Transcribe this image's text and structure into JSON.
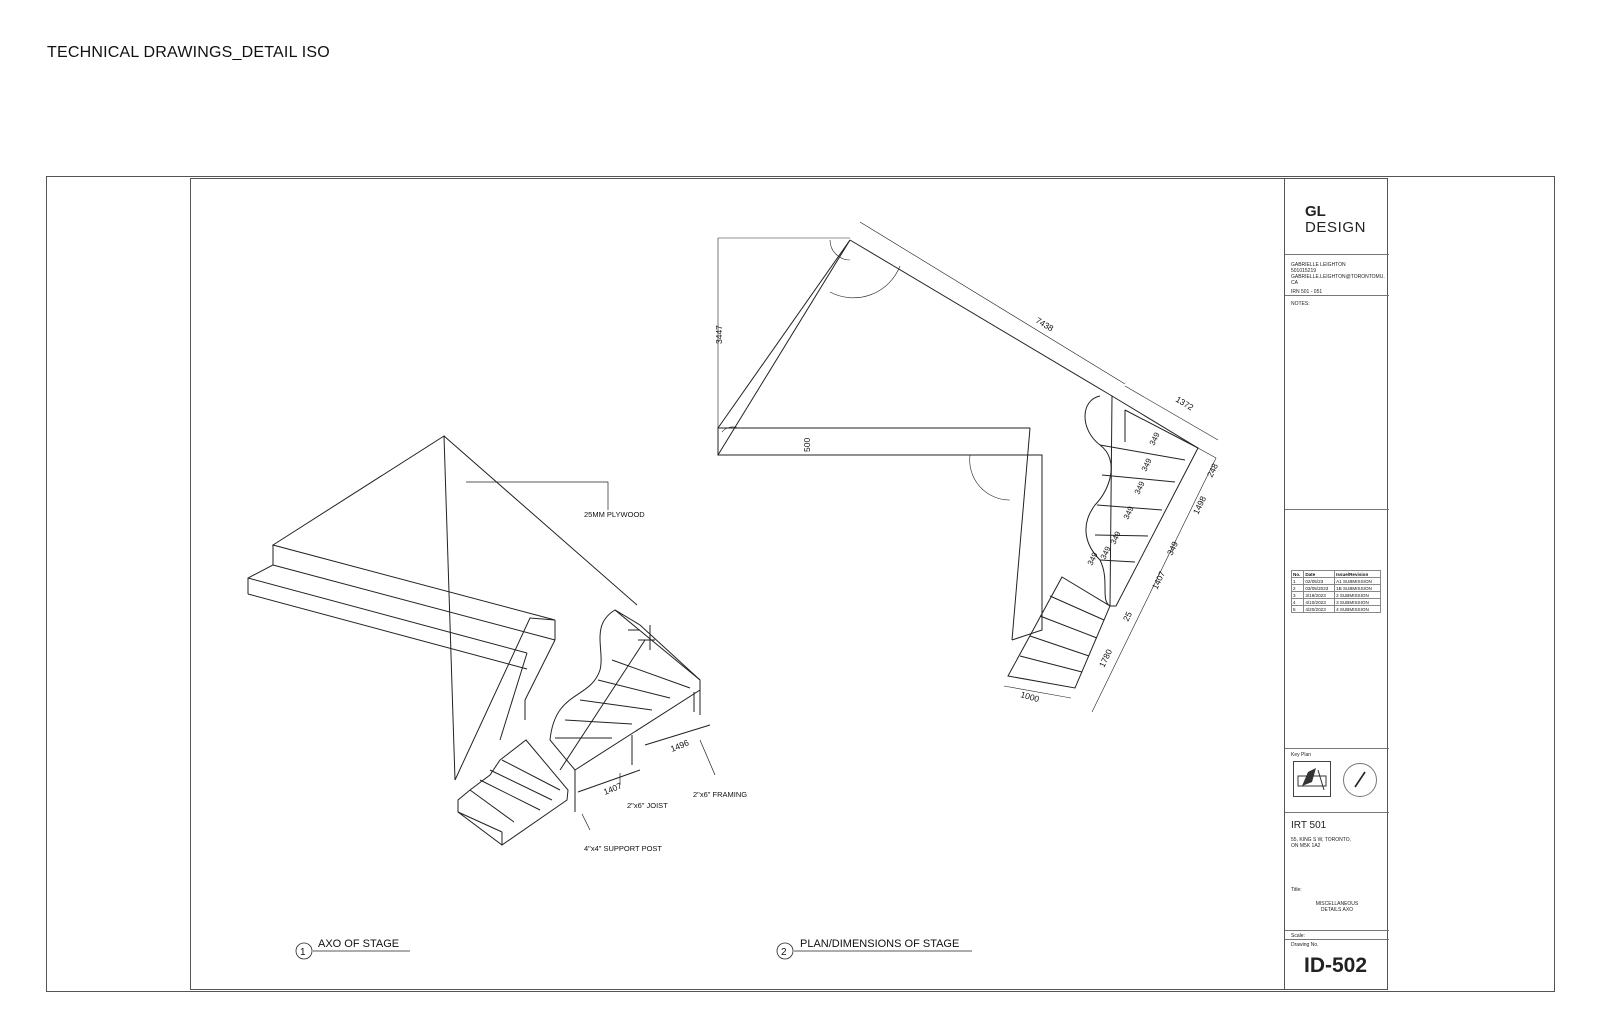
{
  "page": {
    "heading": "TECHNICAL DRAWINGS_DETAIL ISO"
  },
  "axo": {
    "labels": {
      "plywood": "25MM PLYWOOD",
      "framing": "2\"x6\" FRAMING",
      "joist": "2\"x6\" JOIST",
      "post": "4\"x4\" SUPPORT POST",
      "dim_a": "1496",
      "dim_b": "1407"
    },
    "view_number": "1",
    "view_title": "AXO OF STAGE"
  },
  "plan": {
    "dims": {
      "left_height": "3447",
      "top_length": "7438",
      "arm_width": "500",
      "end_width": "1372",
      "edge_248": "248",
      "edge_1498": "1498",
      "side_1407": "1407",
      "gap_25": "25",
      "stair_length": "1780",
      "stair_width": "1000",
      "joist_spacing": [
        "349",
        "349",
        "349",
        "349",
        "349",
        "349",
        "349"
      ],
      "seg_349": "349"
    },
    "view_number": "2",
    "view_title": "PLAN/DIMENSIONS OF STAGE"
  },
  "title_block": {
    "firm_line1": "GL",
    "firm_line2": "DESIGN",
    "designer_name": "GABRIELLE LEIGHTON",
    "designer_id": "501015219",
    "designer_email": "GABRIELLE.LEIGHTON@TORONTOMU.CA",
    "course": "IRN 501 - 051",
    "notes_label": "NOTES:",
    "rev_headers": [
      "No.",
      "Date",
      "Issue/Revision"
    ],
    "revisions": [
      [
        "1",
        "02/05/23",
        "A1 SUBMISSION"
      ],
      [
        "2",
        "03/05/2023",
        "1B SUBMISSION"
      ],
      [
        "3",
        "3/19/2023",
        "2 SUBMISSION"
      ],
      [
        "4",
        "4/10/2023",
        "3 SUBMISSION"
      ],
      [
        "5",
        "4/20/2023",
        "4 SUBMISSION"
      ]
    ],
    "key_plan_label": "Key Plan",
    "project_name": "IRT 501",
    "address_line1": "55, KING S W, TORONTO,",
    "address_line2": "ON M5K 1A2",
    "title_label": "Title:",
    "drawing_title_line1": "MISCELLANEOUS",
    "drawing_title_line2": "DETAILS AXO",
    "scale_label": "Scale:",
    "drawing_no_label": "Drawing No.",
    "drawing_no": "ID-502"
  }
}
